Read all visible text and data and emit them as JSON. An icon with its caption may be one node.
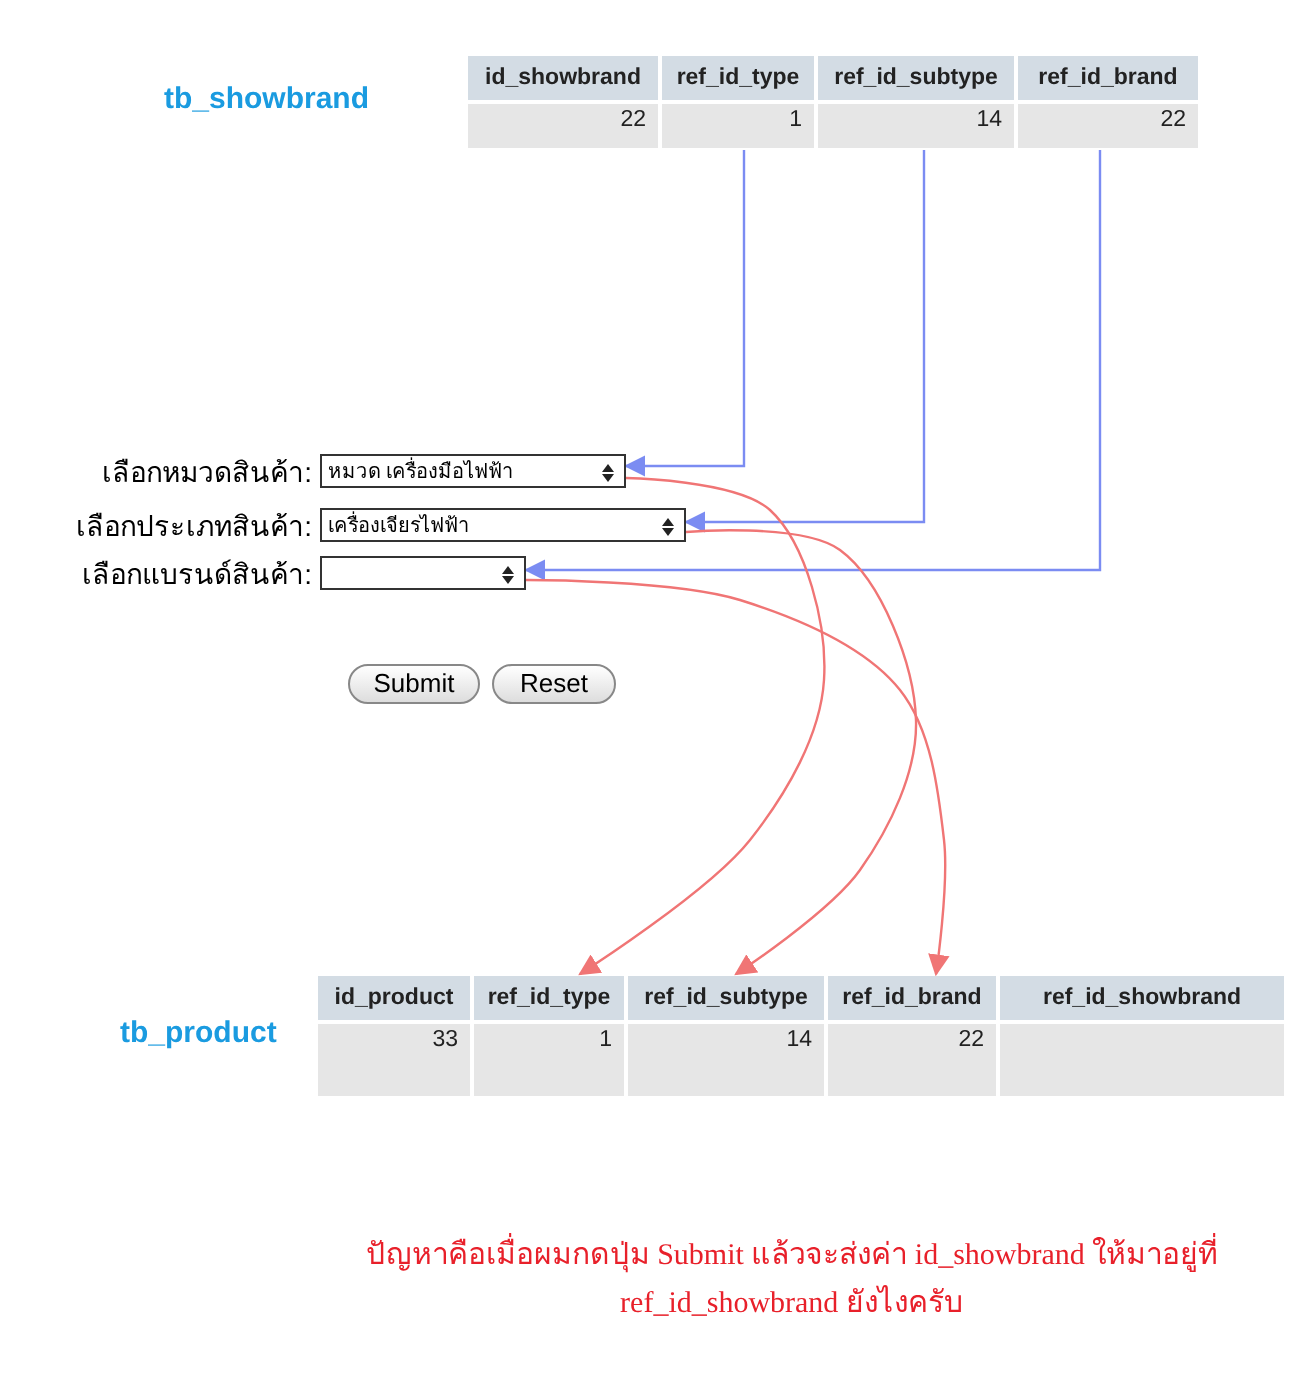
{
  "diagram": {
    "caption": "ปัญหาคือเมื่อผมกดปุ่ม Submit แล้วจะส่งค่า id_showbrand ให้มาอยู่ที่ ref_id_showbrand ยังไงครับ",
    "nodes": [
      {
        "text": [
          "tb_showbrand"
        ]
      },
      {
        "text": [
          "id_showbrand",
          "22"
        ],
        "in": 0
      },
      {
        "text": [
          "ref_id_type",
          "1"
        ],
        "in": 0
      },
      {
        "text": [
          "ref_id_subtype",
          "14"
        ],
        "in": 0
      },
      {
        "text": [
          "ref_id_brand",
          "22"
        ],
        "in": 0
      },
      {
        "text": [
          "หมวด เครื่องมือไฟฟ้า"
        ],
        "beside": [
          "เลือกหมวดสินค้า:"
        ]
      },
      {
        "text": [
          "เครื่องเจียรไฟฟ้า"
        ],
        "beside": [
          "เลือกประเภทสินค้า:"
        ]
      },
      {
        "text": [],
        "shape": "box",
        "beside": [
          "เลือกแบรนด์สินค้า:"
        ]
      },
      {
        "text": [
          "tb_product"
        ]
      },
      {
        "text": [
          "id_product",
          "33"
        ],
        "in": 8
      },
      {
        "text": [
          "ref_id_type",
          "1"
        ],
        "in": 8
      },
      {
        "text": [
          "ref_id_subtype",
          "14"
        ],
        "in": 8
      },
      {
        "text": [
          "ref_id_brand",
          "22"
        ],
        "in": 8
      },
      {
        "text": [
          "ref_id_showbrand"
        ],
        "in": 8
      }
    ],
    "edges": [
      {
        "from": 2,
        "to": 5,
        "arrow": "to",
        "color": "#7b8cf2"
      },
      {
        "from": 3,
        "to": 6,
        "arrow": "to",
        "color": "#7b8cf2"
      },
      {
        "from": 4,
        "to": 7,
        "arrow": "to",
        "color": "#7b8cf2"
      },
      {
        "from": 5,
        "to": 10,
        "arrow": "to",
        "color": "#f07575"
      },
      {
        "from": 6,
        "to": 11,
        "arrow": "to",
        "color": "#f07575"
      },
      {
        "from": 7,
        "to": 12,
        "arrow": "to",
        "color": "#f07575"
      }
    ],
    "labels": [
      "Submit",
      "Reset"
    ]
  }
}
